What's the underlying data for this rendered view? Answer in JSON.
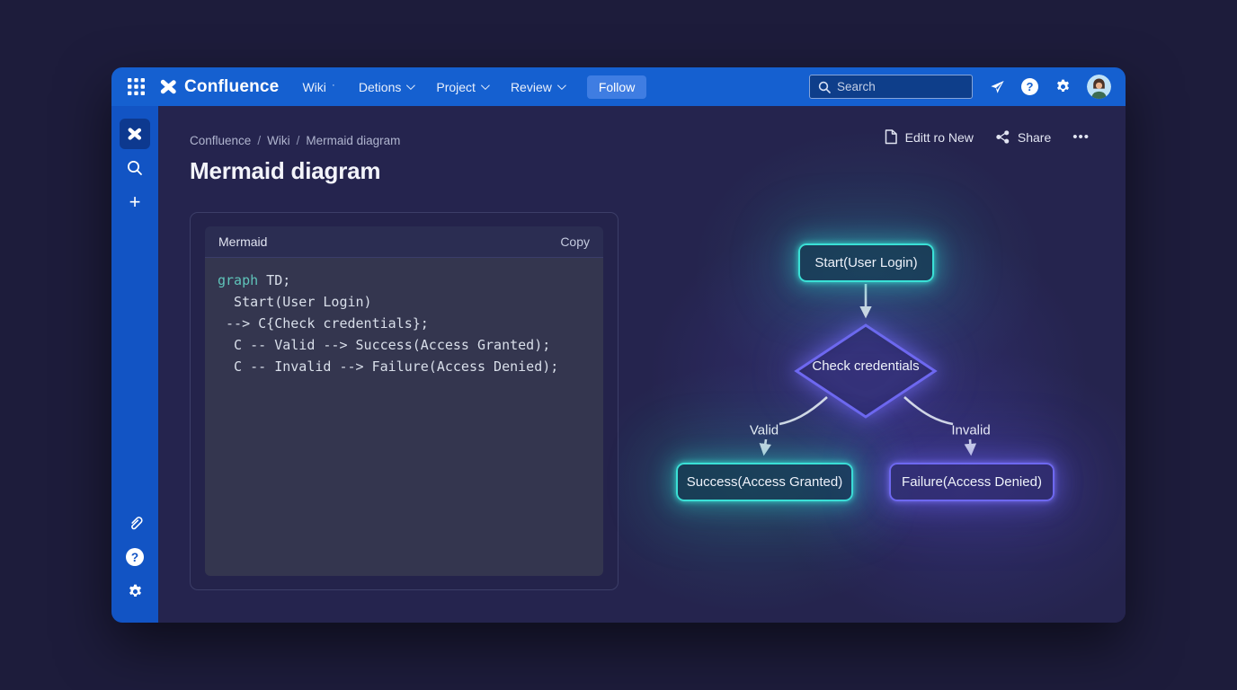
{
  "colors": {
    "topbar": "#1560d0",
    "sidebar": "#1254c4",
    "follow": "#3f7de2",
    "teal": "#3ae0d6",
    "purple": "#6e68f0",
    "arrow": "#d3d9e6",
    "keyword": "#5fc4ba"
  },
  "topbar": {
    "brand": "Confluence",
    "nav": [
      {
        "label": "Wiki",
        "suffix": "·"
      },
      {
        "label": "Detions"
      },
      {
        "label": "Project"
      },
      {
        "label": "Review"
      }
    ],
    "follow_label": "Follow",
    "search_placeholder": "Search"
  },
  "sidebar": {
    "add_label": "+",
    "help_glyph": "?"
  },
  "breadcrumb": {
    "separator": "/",
    "items": [
      "Confluence",
      "Wiki",
      "Mermaid diagram"
    ]
  },
  "page": {
    "title": "Mermaid diagram"
  },
  "actions": {
    "edit_label": "Editt ro New",
    "share_label": "Share",
    "more_label": "•••",
    "help_glyph": "?"
  },
  "code_panel": {
    "header_label": "Mermaid",
    "copy_label": "Copy",
    "lines": [
      {
        "tokens": [
          {
            "text": "graph",
            "type": "keyword"
          },
          {
            "text": " TD;",
            "type": "plain"
          }
        ]
      },
      {
        "tokens": [
          {
            "text": "  Start(User Login)",
            "type": "plain"
          }
        ]
      },
      {
        "tokens": [
          {
            "text": " --> C{Check credentials};",
            "type": "plain"
          }
        ]
      },
      {
        "tokens": [
          {
            "text": "  C -- Valid --> Success(Access Granted);",
            "type": "plain"
          }
        ]
      },
      {
        "tokens": [
          {
            "text": "  C -- Invalid --> Failure(Access Denied);",
            "type": "plain"
          }
        ]
      }
    ]
  },
  "diagram": {
    "type": "flowchart",
    "nodes": {
      "start": {
        "label": "Start(User Login)",
        "shape": "rounded-rect",
        "color": "teal"
      },
      "decision": {
        "label": "Check credentials",
        "shape": "diamond",
        "color": "purple"
      },
      "success": {
        "label": "Success(Access Granted)",
        "shape": "rounded-rect",
        "color": "teal"
      },
      "failure": {
        "label": "Failure(Access Denied)",
        "shape": "rounded-rect",
        "color": "purple"
      }
    },
    "edges": [
      {
        "from": "start",
        "to": "decision",
        "label": ""
      },
      {
        "from": "decision",
        "to": "success",
        "label": "Valid"
      },
      {
        "from": "decision",
        "to": "failure",
        "label": "Invalid"
      }
    ]
  }
}
